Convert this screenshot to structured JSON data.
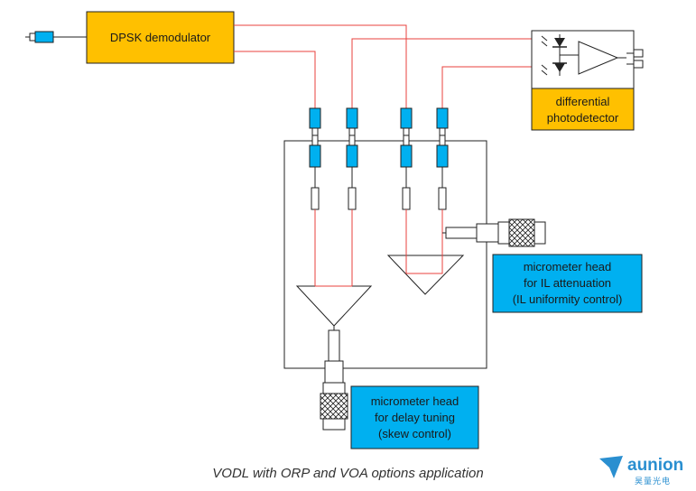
{
  "demodulator": {
    "label": "DPSK demodulator"
  },
  "photodetector": {
    "line1": "differential",
    "line2": "photodetector"
  },
  "micrometer_il": {
    "line1": "micrometer head",
    "line2": "for IL attenuation",
    "line3": "(IL uniformity control)"
  },
  "micrometer_delay": {
    "line1": "micrometer head",
    "line2": "for delay tuning",
    "line3": "(skew control)"
  },
  "caption": "VODL with ORP and VOA options application",
  "logo": {
    "name": "aunion",
    "sub": "昊量光电",
    "icon": "paper-plane-icon"
  },
  "colors": {
    "orange": "#FFC000",
    "blue": "#00B0F0",
    "fiber": "#E8403C",
    "outline": "#222222"
  }
}
